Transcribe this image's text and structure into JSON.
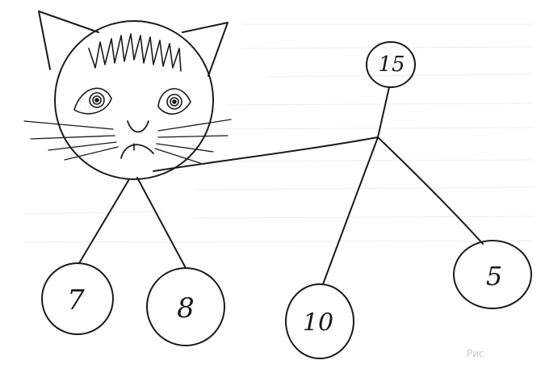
{
  "diagram": {
    "nodes": [
      {
        "id": "root",
        "label": "15"
      },
      {
        "id": "n7",
        "label": "7"
      },
      {
        "id": "n8",
        "label": "8"
      },
      {
        "id": "n10",
        "label": "10"
      },
      {
        "id": "n5",
        "label": "5"
      }
    ],
    "caption": "Рис"
  },
  "colors": {
    "ink": "#1a1a1a",
    "paper": "#ffffff",
    "faint": "#c8c8c8"
  }
}
